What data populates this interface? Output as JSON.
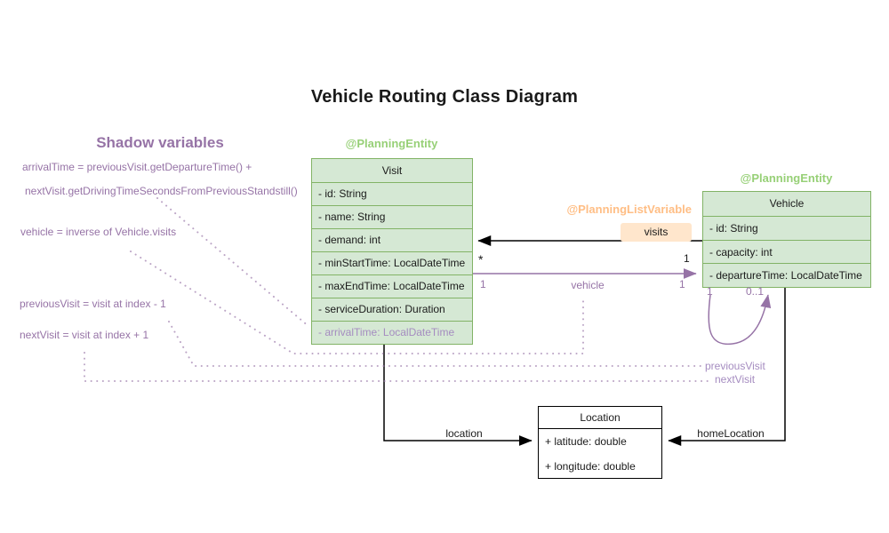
{
  "title": "Vehicle Routing Class Diagram",
  "shadow_panel": {
    "heading": "Shadow variables",
    "formulas": [
      "arrivalTime = previousVisit.getDepartureTime() +",
      "nextVisit.getDrivingTimeSecondsFromPreviousStandstill()",
      "vehicle = inverse of Vehicle.visits",
      "previousVisit = visit at index - 1",
      "nextVisit = visit at index + 1"
    ]
  },
  "classes": {
    "visit": {
      "annotation": "@PlanningEntity",
      "name": "Visit",
      "attributes": [
        "- id: String",
        "- name: String",
        "- demand: int",
        "- minStartTime: LocalDateTime",
        "- maxEndTime: LocalDateTime",
        "- serviceDuration: Duration",
        "- arrivalTime: LocalDateTime"
      ]
    },
    "vehicle": {
      "annotation": "@PlanningEntity",
      "name": "Vehicle",
      "attributes": [
        "- id: String",
        "- capacity: int",
        "- departureTime: LocalDateTime"
      ]
    },
    "location": {
      "name": "Location",
      "attributes": [
        "+ latitude: double",
        "+ longitude: double"
      ]
    }
  },
  "relationships": {
    "visits": {
      "annotation": "@PlanningListVariable",
      "label": "visits",
      "visit_multiplicity": "*",
      "vehicle_multiplicity": "1"
    },
    "vehicle_ref": {
      "label": "vehicle",
      "left_multiplicity": "1",
      "right_multiplicity": "1"
    },
    "self_ref": {
      "left_multiplicity": "1",
      "right_multiplicity": "0..1",
      "label_previous": "previousVisit",
      "label_next": "nextVisit"
    },
    "location_ref": {
      "label": "location"
    },
    "home_location_ref": {
      "label": "homeLocation"
    }
  },
  "colors": {
    "green_fill": "#d5e8d4",
    "green_stroke": "#82b366",
    "green_text": "#97d077",
    "orange_text": "#ffbe85",
    "orange_fill": "#ffe6cc",
    "purple": "#9673a6",
    "purple_light": "#a58cc0",
    "ink": "#1a1a1a"
  }
}
